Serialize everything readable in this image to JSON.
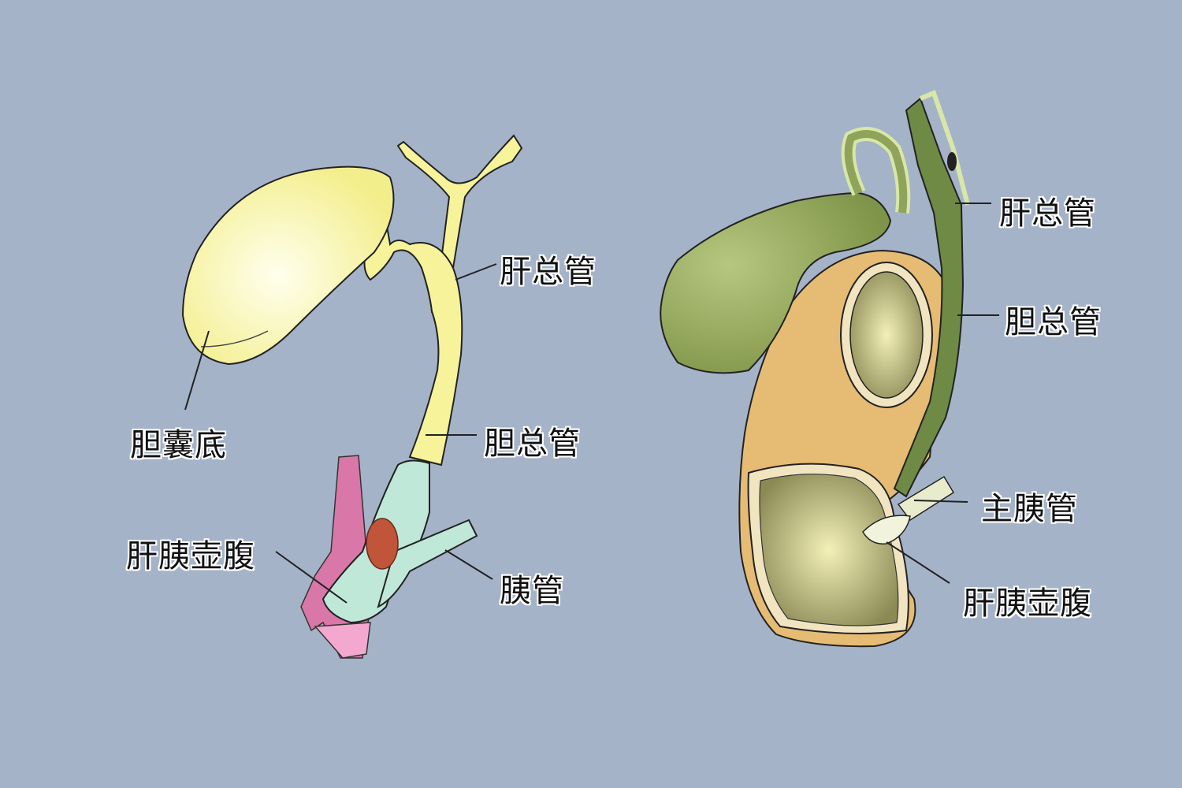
{
  "background_color": "#a5b3c8",
  "left_diagram": {
    "labels": {
      "common_hepatic_duct": "肝总管",
      "gallbladder_fundus": "胆囊底",
      "common_bile_duct": "胆总管",
      "hepatopancreatic_ampulla": "肝胰壶腹",
      "pancreatic_duct": "胰管"
    },
    "colors": {
      "gallbladder": "#f6f39a",
      "ampulla": "#bfe8d8",
      "stone": "#c0553a",
      "duodenal_wall": "#d977a8"
    }
  },
  "right_diagram": {
    "labels": {
      "common_hepatic_duct": "肝总管",
      "common_bile_duct": "胆总管",
      "main_pancreatic_duct": "主胰管",
      "hepatopancreatic_ampulla": "肝胰壶腹"
    },
    "colors": {
      "gallbladder": "#8fa35a",
      "duct": "#6f8a45",
      "duodenum": "#e6bb73",
      "lumen": "#d9d6a0"
    }
  }
}
